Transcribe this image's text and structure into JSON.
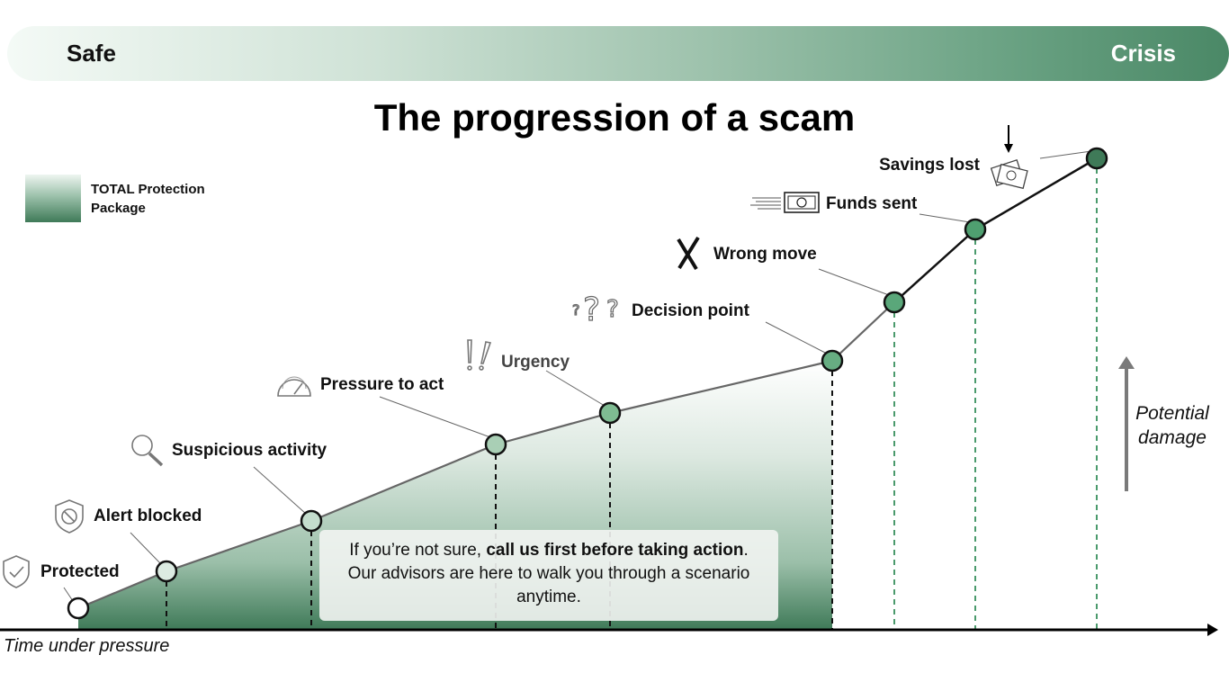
{
  "header": {
    "left_label": "Safe",
    "right_label": "Crisis"
  },
  "legend": {
    "label": "TOTAL Protection Package"
  },
  "callout": {
    "line1_prefix": "If you’re not sure, ",
    "line1_bold": "call us first before taking action",
    "line1_suffix": ".",
    "line2": "Our advisors are here to walk you through a scenario anytime."
  },
  "annotations": {
    "potential_damage": "Potential damage"
  },
  "colors": {
    "accent": "#4a8866",
    "light": "#e6f1ea",
    "protected_fill": "#3f7a58",
    "line_dark": "#111111"
  },
  "chart_data": {
    "type": "line",
    "title": "The progression of a scam",
    "xlabel": "Time under pressure",
    "ylabel": "Potential damage",
    "stages": [
      {
        "name": "Protected",
        "x": 1,
        "y": 1,
        "protected": true,
        "icon": "shield-check-icon"
      },
      {
        "name": "Alert blocked",
        "x": 2,
        "y": 2,
        "protected": true,
        "icon": "shield-block-icon"
      },
      {
        "name": "Suspicious activity",
        "x": 3,
        "y": 3,
        "protected": true,
        "icon": "magnifier-icon"
      },
      {
        "name": "Pressure to act",
        "x": 4,
        "y": 4,
        "protected": true,
        "icon": "gauge-icon"
      },
      {
        "name": "Urgency",
        "x": 5,
        "y": 5,
        "protected": true,
        "icon": "exclamation-icon"
      },
      {
        "name": "Decision point",
        "x": 6,
        "y": 6,
        "protected": true,
        "icon": "question-icon"
      },
      {
        "name": "Wrong move",
        "x": 7,
        "y": 7,
        "protected": false,
        "icon": "x-mark-icon"
      },
      {
        "name": "Funds sent",
        "x": 8,
        "y": 8,
        "protected": false,
        "icon": "money-bill-icon"
      },
      {
        "name": "Savings lost",
        "x": 9,
        "y": 9,
        "protected": false,
        "icon": "falling-money-icon"
      }
    ]
  }
}
